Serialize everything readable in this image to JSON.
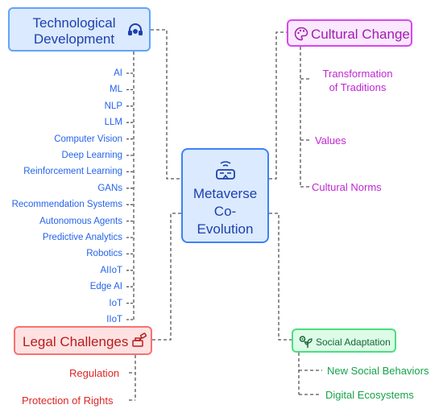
{
  "center": {
    "title": "Metaverse Co-Evolution",
    "title_lines": [
      "Metaverse",
      "Co-",
      "Evolution"
    ],
    "icon": "vr-headset-wifi-icon"
  },
  "technological": {
    "title_lines": [
      "Technological",
      "Development"
    ],
    "icon": "headset-support-icon",
    "items": [
      "AI",
      "ML",
      "NLP",
      "LLM",
      "Computer Vision",
      "Deep Learning",
      "Reinforcement Learning",
      "GANs",
      "Recommendation Systems",
      "Autonomous Agents",
      "Predictive Analytics",
      "Robotics",
      "AIIoT",
      "Edge AI",
      "IoT",
      "IIoT"
    ]
  },
  "cultural": {
    "title": "Cultural Change",
    "icon": "palette-icon",
    "items": [
      {
        "lines": [
          "Transformation",
          "of Traditions"
        ]
      },
      {
        "lines": [
          "Values"
        ]
      },
      {
        "lines": [
          "Cultural Norms"
        ]
      }
    ]
  },
  "legal": {
    "title": "Legal Challenges",
    "icon": "legal-gavel-icon",
    "items": [
      "Regulation",
      "Protection of Rights"
    ]
  },
  "social": {
    "title": "Social Adaptation",
    "icon": "sprout-gear-icon",
    "items": [
      "New Social Behaviors",
      "Digital Ecosystems"
    ]
  },
  "colors": {
    "tech": "#2563eb",
    "culture": "#c026d3",
    "legal": "#dc2626",
    "social": "#16a34a",
    "connector": "#555555"
  }
}
